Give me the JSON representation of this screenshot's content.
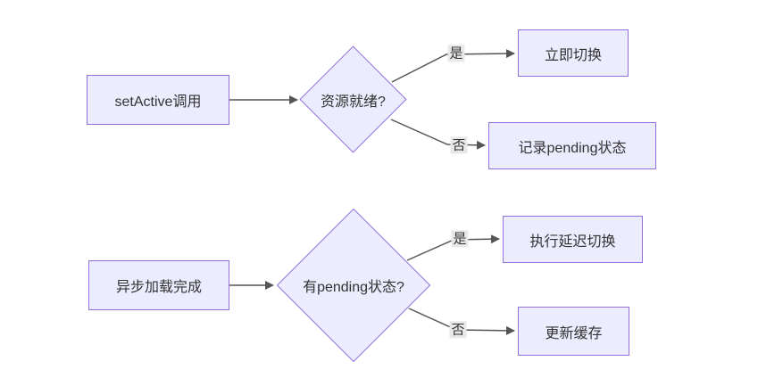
{
  "colors": {
    "background": "#ffffff",
    "node_fill": "#ECECFF",
    "node_border": "#9370DB",
    "text": "#333333",
    "edge": "#555555",
    "edge_label_bg": "#e8e8e8"
  },
  "flow1": {
    "start": "setActive调用",
    "decision": "资源就绪?",
    "yes_label": "是",
    "yes_target": "立即切换",
    "no_label": "否",
    "no_target": "记录pending状态"
  },
  "flow2": {
    "start": "异步加载完成",
    "decision": "有pending状态?",
    "yes_label": "是",
    "yes_target": "执行延迟切换",
    "no_label": "否",
    "no_target": "更新缓存"
  }
}
